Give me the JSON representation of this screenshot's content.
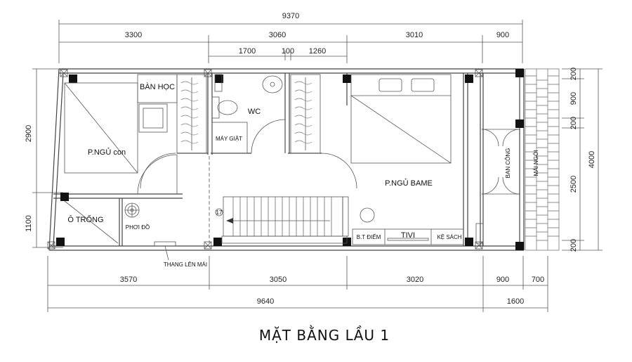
{
  "title": "MẶT BẰNG LẦU 1",
  "dimensions": {
    "top_total": "9370",
    "top_segments": [
      "3300",
      "3060",
      "3010",
      "900"
    ],
    "top_sub": [
      "1700",
      "100",
      "1260"
    ],
    "bottom_segments": [
      "3570",
      "3050",
      "3020",
      "900",
      "700"
    ],
    "bottom_total": "9640",
    "bottom_right_total": "1600",
    "left": [
      "2900",
      "1100"
    ],
    "right_small": [
      "200",
      "900",
      "200",
      "2500",
      "200"
    ],
    "right_total": "4000",
    "stair_marker": "17"
  },
  "rooms": {
    "ban_hoc": "BÀN HỌC",
    "ngu_con": "P.NGỦ con",
    "wc": "WC",
    "may_giat": "MÁY GIẶT",
    "ngu_bame": "P.NGỦ BAME",
    "o_trong": "Ô TRỐNG",
    "phoi_do": "PHƠI ĐỒ",
    "bt_diem": "B.T ĐIỂM",
    "tivi": "TIVI",
    "ke_sach": "KỆ SÁCH",
    "ban_cong": "BAN CÔNG",
    "mai_ngoi": "MÁI NGÓI",
    "thang_len_mai": "THANG LÊN MÁI"
  }
}
